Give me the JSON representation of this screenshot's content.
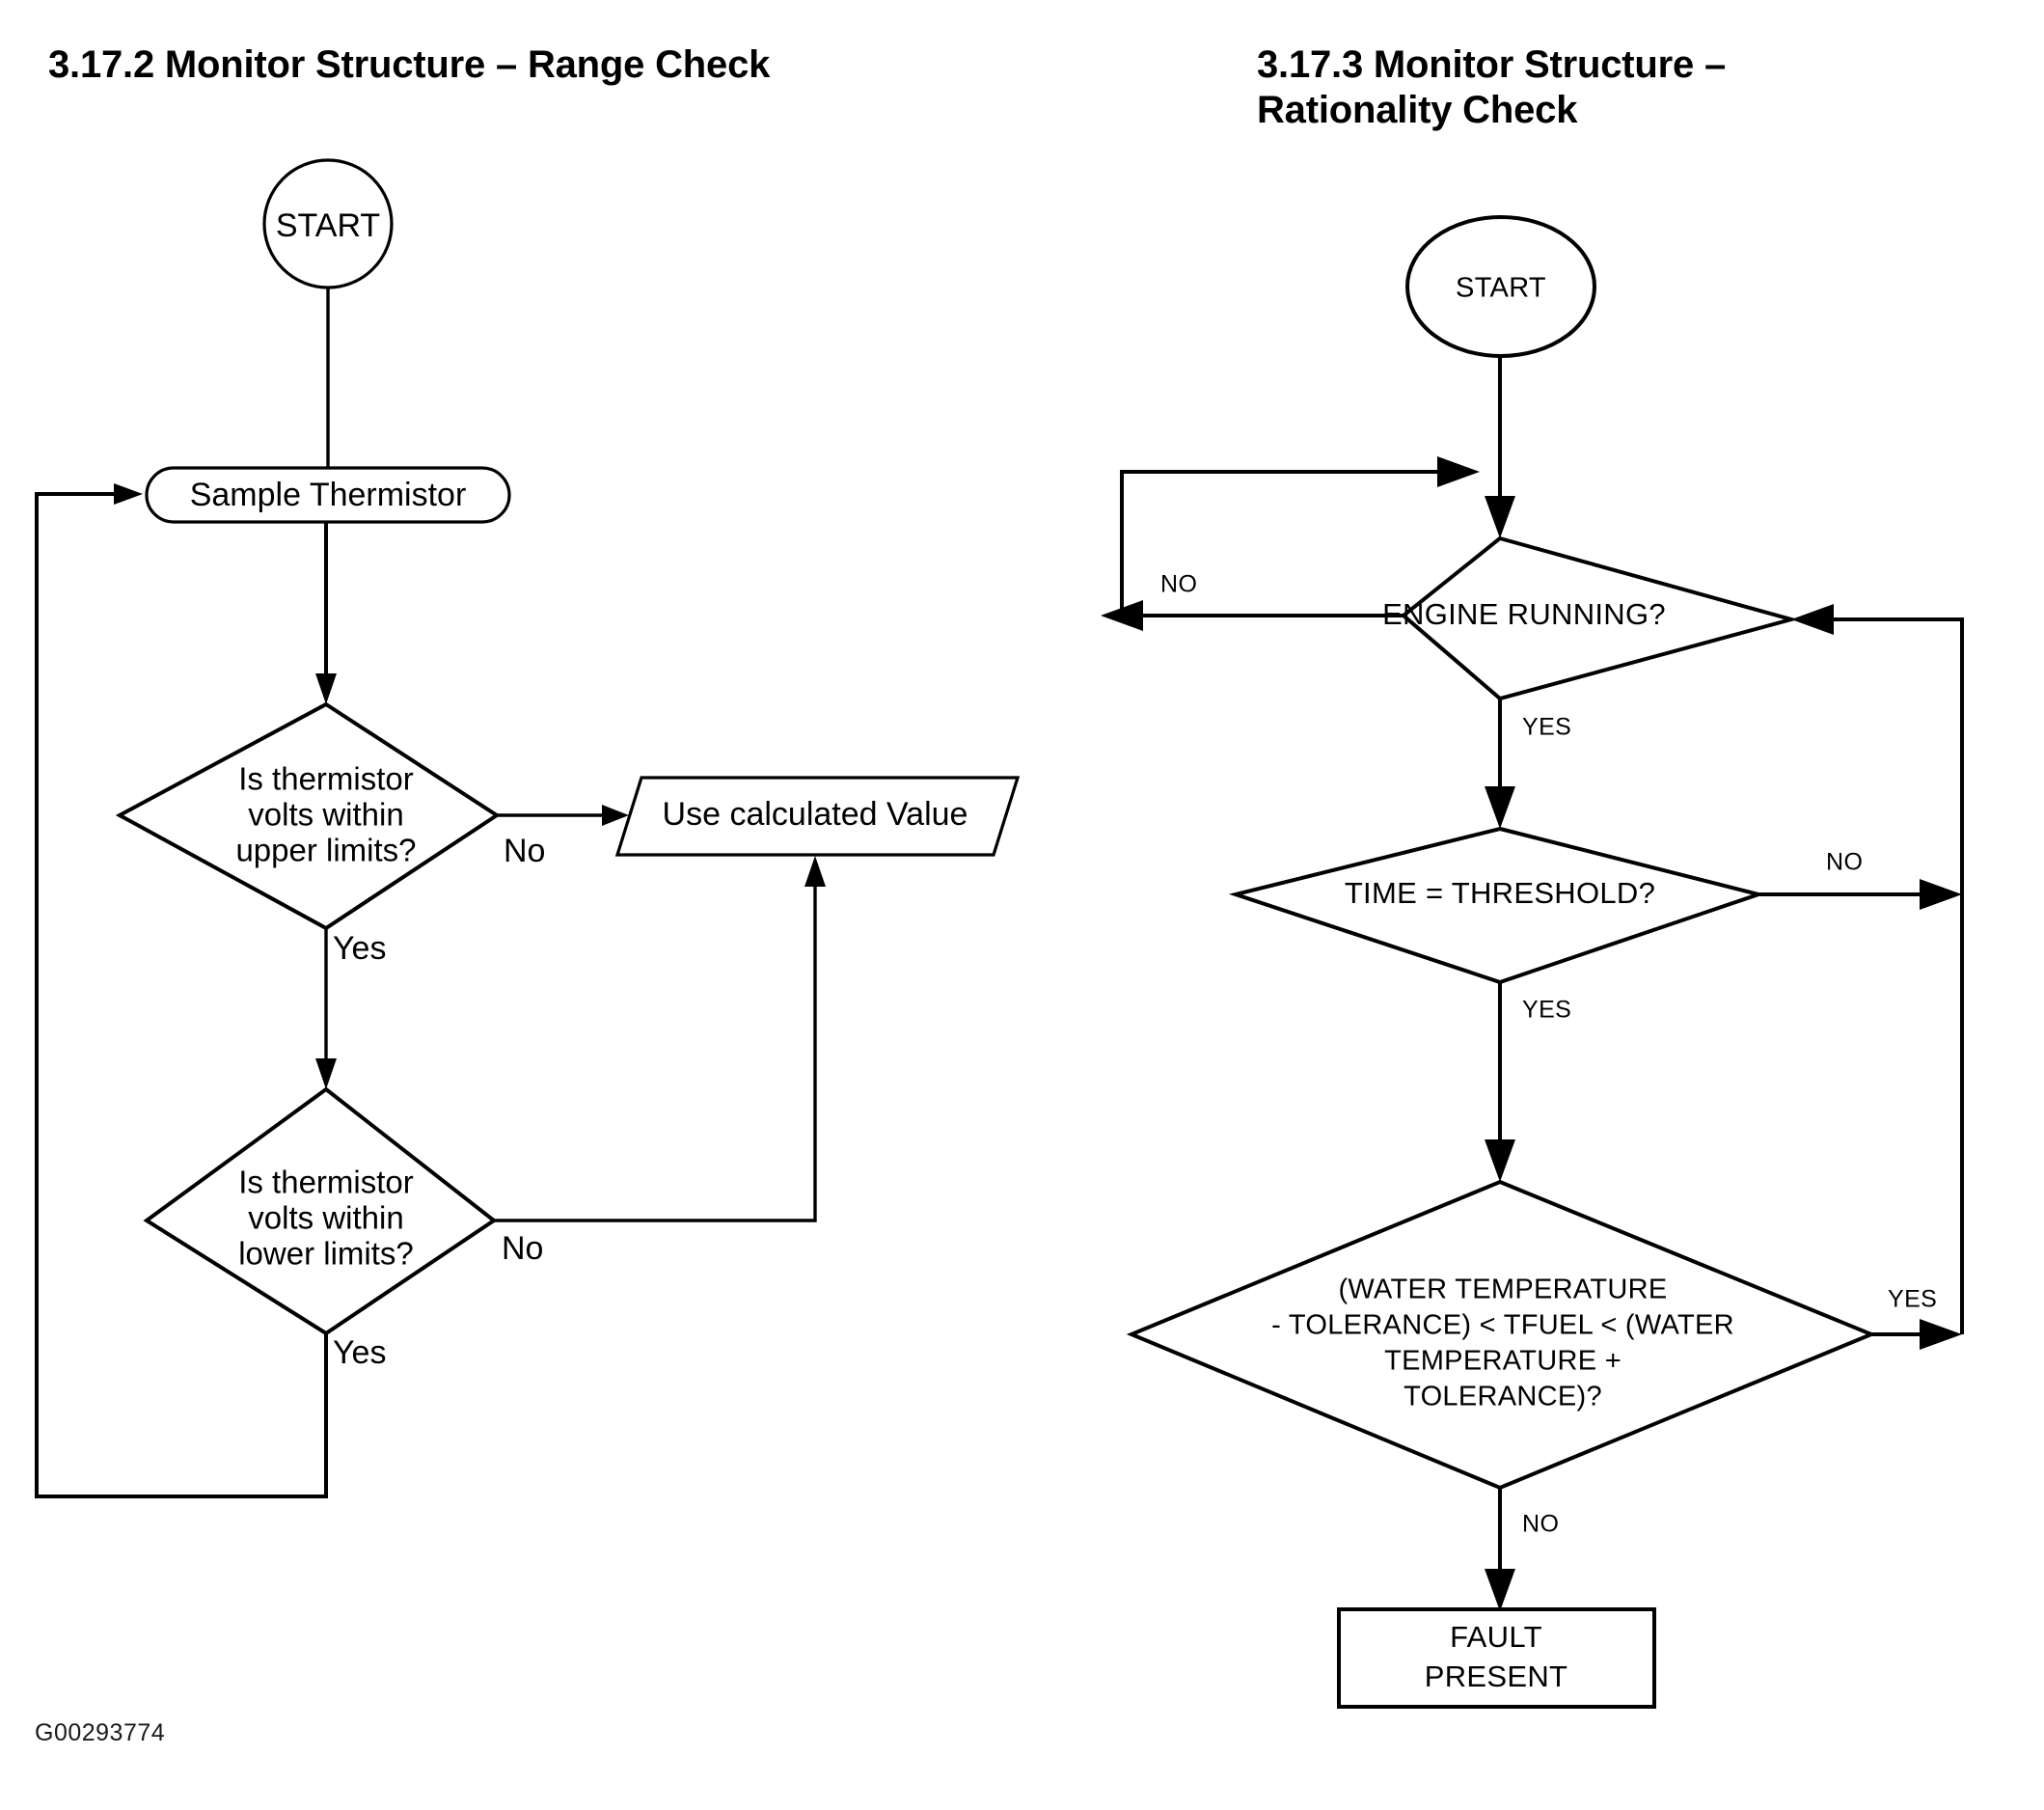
{
  "page": {
    "footer_code": "G00293774",
    "background_color": "#ffffff",
    "line_color": "#000000"
  },
  "left_flowchart": {
    "title": "3.17.2 Monitor Structure – Range Check",
    "nodes": {
      "start": {
        "label": "START",
        "shape": "circle"
      },
      "sample": {
        "label": "Sample Thermistor",
        "shape": "rounded-rectangle"
      },
      "upper_decision": {
        "line1": "Is thermistor",
        "line2": "volts within",
        "line3": "upper limits?",
        "shape": "diamond"
      },
      "lower_decision": {
        "line1": "Is thermistor",
        "line2": "volts within",
        "line3": "lower limits?",
        "shape": "diamond"
      },
      "use_value": {
        "label": "Use calculated Value",
        "shape": "parallelogram"
      }
    },
    "edges": {
      "upper_no": "No",
      "upper_yes": "Yes",
      "lower_no": "No",
      "lower_yes": "Yes"
    }
  },
  "right_flowchart": {
    "title": "3.17.3 Monitor Structure –\nRationality Check",
    "nodes": {
      "start": {
        "label": "START",
        "shape": "ellipse"
      },
      "engine_running": {
        "label": "ENGINE RUNNING?",
        "shape": "diamond"
      },
      "time_threshold": {
        "label": "TIME = THRESHOLD?",
        "shape": "diamond"
      },
      "water_temp": {
        "line1": "(WATER TEMPERATURE",
        "line2": "- TOLERANCE) < TFUEL < (WATER",
        "line3": "TEMPERATURE +",
        "line4": "TOLERANCE)?",
        "shape": "diamond"
      },
      "fault": {
        "line1": "FAULT",
        "line2": "PRESENT",
        "shape": "rectangle"
      }
    },
    "edges": {
      "engine_no": "NO",
      "engine_yes": "YES",
      "time_no": "NO",
      "time_yes": "YES",
      "water_yes": "YES",
      "water_no": "NO"
    }
  }
}
